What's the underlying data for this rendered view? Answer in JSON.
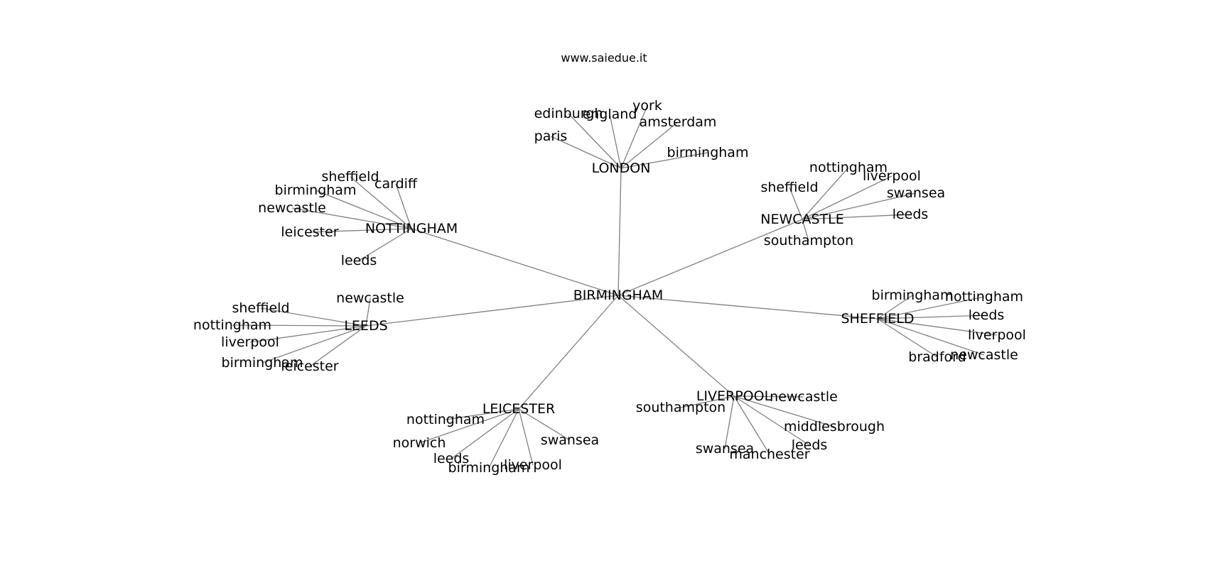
{
  "title": "www.saiedue.it",
  "colors": {
    "edge": "#808080",
    "text": "#000000",
    "background": "#ffffff"
  },
  "graph": {
    "center": "BIRMINGHAM",
    "hubs": [
      {
        "id": "london",
        "label": "LONDON",
        "leaves": [
          "edinburgh",
          "england",
          "york",
          "amsterdam",
          "paris",
          "birmingham"
        ]
      },
      {
        "id": "newcastle",
        "label": "NEWCASTLE",
        "leaves": [
          "nottingham",
          "liverpool",
          "sheffield",
          "swansea",
          "leeds",
          "southampton"
        ]
      },
      {
        "id": "nottingham",
        "label": "NOTTINGHAM",
        "leaves": [
          "sheffield",
          "cardiff",
          "birmingham",
          "newcastle",
          "leicester",
          "leeds"
        ]
      },
      {
        "id": "leeds",
        "label": "LEEDS",
        "leaves": [
          "newcastle",
          "sheffield",
          "nottingham",
          "liverpool",
          "birmingham",
          "leicester"
        ]
      },
      {
        "id": "sheffield",
        "label": "SHEFFIELD",
        "leaves": [
          "birmingham",
          "nottingham",
          "leeds",
          "liverpool",
          "bradford",
          "newcastle"
        ]
      },
      {
        "id": "leicester",
        "label": "LEICESTER",
        "leaves": [
          "nottingham",
          "norwich",
          "swansea",
          "leeds",
          "birmingham",
          "liverpool"
        ]
      },
      {
        "id": "liverpool",
        "label": "LIVERPOOL",
        "leaves": [
          "southampton",
          "newcastle",
          "middlesbrough",
          "leeds",
          "swansea",
          "manchester"
        ]
      }
    ]
  }
}
